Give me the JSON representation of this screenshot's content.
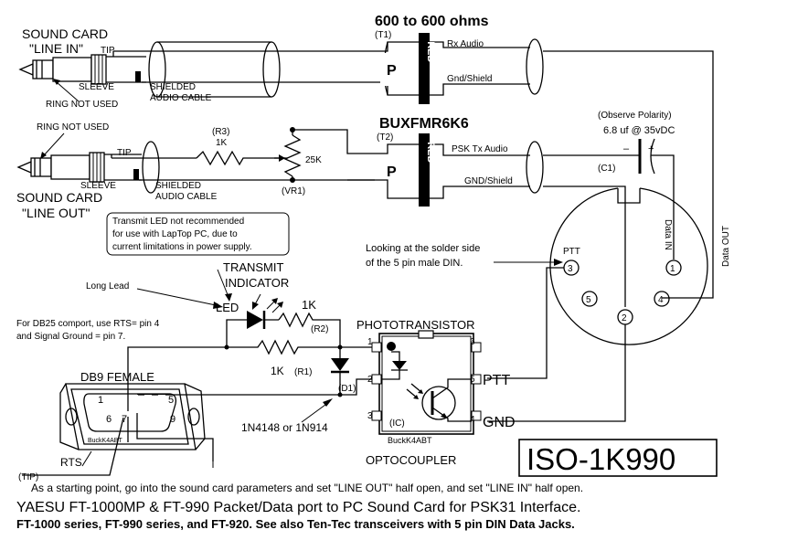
{
  "transformers": {
    "t1_heading": "600 to 600 ohms",
    "t1_ref": "(T1)",
    "t2_heading": "BUXFMR6K6",
    "t2_ref": "(T2)",
    "primary_label": "P",
    "core_label": "\"RED\"",
    "t1_sec_top": "Rx Audio",
    "t1_sec_bot": "Gnd/Shield",
    "t2_sec_top": "PSK Tx Audio",
    "t2_sec_bot": "GND/Shield"
  },
  "line_in": {
    "title1": "SOUND CARD",
    "title2": "\"LINE IN\"",
    "tip": "TIP",
    "sleeve": "SLEEVE",
    "ring_note": "RING NOT USED",
    "cable1": "SHIELDED",
    "cable2": "AUDIO CABLE"
  },
  "line_out": {
    "title1": "SOUND CARD",
    "title2": "\"LINE OUT\"",
    "tip": "TIP",
    "sleeve": "SLEEVE",
    "ring_note": "RING NOT USED",
    "cable1": "SHIELDED",
    "cable2": "AUDIO CABLE"
  },
  "components": {
    "r3_ref": "(R3)",
    "r3_val": "1K",
    "vr1_val": "25K",
    "vr1_ref": "(VR1)",
    "cap_note": "(Observe Polarity)",
    "cap_val": "6.8 uf @ 35vDC",
    "cap_ref": "(C1)",
    "cap_minus": "–",
    "cap_plus": "+",
    "r2_val": "1K",
    "r2_ref": "(R2)",
    "r1_val": "1K",
    "r1_ref": "(R1)",
    "d1_ref": "(D1)",
    "diode_part": "1N4148 or 1N914",
    "led_label": "LED",
    "tx_ind1": "TRANSMIT",
    "tx_ind2": "INDICATOR",
    "long_lead": "Long Lead"
  },
  "notes": {
    "led_note": [
      "Transmit LED not recommended",
      "for use with LapTop PC, due to",
      "current limitations in power supply."
    ],
    "db25_note": [
      "For DB25 comport, use RTS= pin 4",
      "and Signal Ground = pin 7."
    ],
    "din_note": [
      "Looking at the solder side",
      "of the 5 pin male DIN."
    ]
  },
  "din": {
    "ptt": "PTT",
    "data_in": "Data IN",
    "data_out": "Data OUT",
    "pins": [
      "1",
      "2",
      "3",
      "4",
      "5"
    ]
  },
  "opto": {
    "title": "PHOTOTRANSISTOR",
    "subtitle": "OPTOCOUPLER",
    "ic_ref": "(IC)",
    "maker": "BuckK4ABT",
    "pins": [
      "1",
      "2",
      "3",
      "4",
      "5",
      "6"
    ],
    "ptt_label": "PTT",
    "gnd_label": "GND"
  },
  "db9": {
    "title": "DB9 FEMALE",
    "pin1": "1",
    "pin5": "5",
    "pin6": "6",
    "pin7": "7",
    "pin9": "9",
    "maker": "BuckK4ABT",
    "rts": "RTS",
    "tip_label": "(TIP)"
  },
  "model": "ISO-1K990",
  "footer": {
    "line1": "As a starting point, go into the sound card parameters and set \"LINE OUT\" half open, and set \"LINE IN\" half open.",
    "line2": "YAESU FT-1000MP & FT-990 Packet/Data port to PC Sound Card for PSK31 Interface.",
    "line3": "FT-1000 series, FT-990 series, and FT-920.  See also Ten-Tec transceivers with 5 pin DIN Data Jacks."
  }
}
